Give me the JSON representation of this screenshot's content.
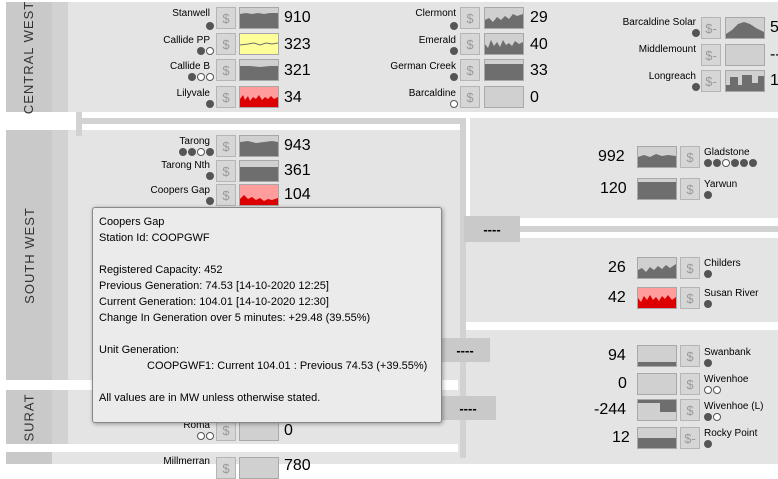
{
  "regions": {
    "central_west": "CENTRAL WEST",
    "south_west": "SOUTH WEST",
    "surat": "SURAT"
  },
  "icons": {
    "dollar": "$",
    "dollar_dash": "$-"
  },
  "links": {
    "link1": "----",
    "link2": "----",
    "link3": "----"
  },
  "stations": {
    "stanwell": {
      "name": "Stanwell",
      "value": "910"
    },
    "callide_pp": {
      "name": "Callide PP",
      "value": "323"
    },
    "callide_b": {
      "name": "Callide B",
      "value": "321"
    },
    "lilyvale": {
      "name": "Lilyvale",
      "value": "34"
    },
    "clermont": {
      "name": "Clermont",
      "value": "29"
    },
    "emerald": {
      "name": "Emerald",
      "value": "40"
    },
    "german_creek": {
      "name": "German Creek",
      "value": "33"
    },
    "barcaldine": {
      "name": "Barcaldine",
      "value": "0"
    },
    "barcaldine_solar": {
      "name": "Barcaldine Solar",
      "value": "5"
    },
    "middlemount": {
      "name": "Middlemount",
      "value": "--"
    },
    "longreach": {
      "name": "Longreach",
      "value": "1"
    },
    "tarong": {
      "name": "Tarong",
      "value": "943"
    },
    "tarong_nth": {
      "name": "Tarong Nth",
      "value": "361"
    },
    "coopers_gap": {
      "name": "Coopers Gap",
      "value": "104"
    },
    "gladstone": {
      "name": "Gladstone",
      "value": "992"
    },
    "yarwun": {
      "name": "Yarwun",
      "value": "120"
    },
    "childers": {
      "name": "Childers",
      "value": "26"
    },
    "susan_river": {
      "name": "Susan River",
      "value": "42"
    },
    "swanbank": {
      "name": "Swanbank",
      "value": "94"
    },
    "wivenhoe": {
      "name": "Wivenhoe",
      "value": "0"
    },
    "wivenhoe_l": {
      "name": "Wivenhoe (L)",
      "value": "-244"
    },
    "rocky_point": {
      "name": "Rocky Point",
      "value": "12"
    },
    "roma": {
      "name": "Roma",
      "value": "0"
    },
    "millmerran": {
      "name": "Millmerran",
      "value": "780"
    }
  },
  "tooltip": {
    "title": "Coopers Gap",
    "station_id": "Station Id: COOPGWF",
    "registered_capacity": "Registered Capacity: 452",
    "previous_generation": "Previous Generation: 74.53 [14-10-2020 12:25]",
    "current_generation": "Current Generation: 104.01 [14-10-2020 12:30]",
    "change": "Change In Generation over 5 minutes: +29.48 (39.55%)",
    "unit_heading": "Unit Generation:",
    "unit_line": "COOPGWF1: Current 104.01 : Previous 74.53 (+39.55%)",
    "footer": "All values are in MW unless otherwise stated."
  },
  "colors": {
    "yellow": "#ffff99",
    "red_fill": "#ff9d9d",
    "red_mark": "#dd0000",
    "grey_mark": "#6e6e6e"
  }
}
